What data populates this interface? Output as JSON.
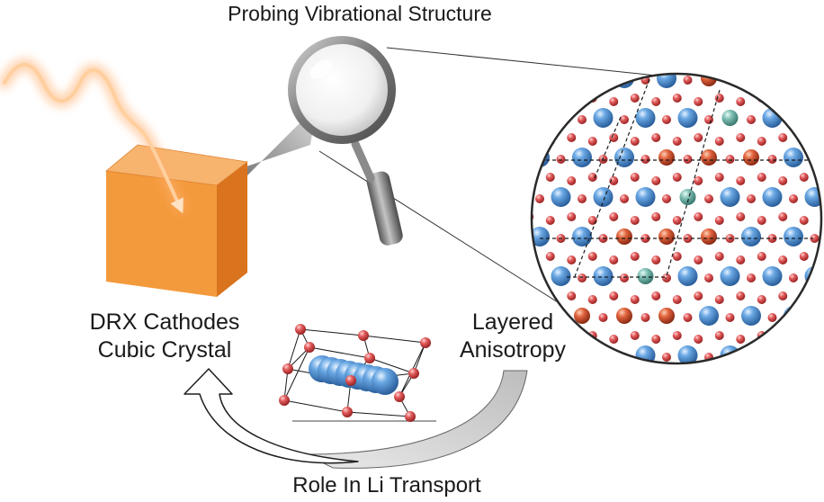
{
  "labels": {
    "top": "Probing Vibrational Structure",
    "left_line1": "DRX Cathodes",
    "left_line2": "Cubic Crystal",
    "right_line1": "Layered",
    "right_line2": "Anisotropy",
    "bottom": "Role In Li Transport"
  },
  "colors": {
    "cube": "#f39a3c",
    "light_wave": "#ffb070",
    "li_atom": "#5a9bd8",
    "transition_metal": "#d85a36",
    "oxygen": "#e05555",
    "minor_cation": "#6fb2a8"
  },
  "icons": [
    "magnifier-icon",
    "light-wave-icon",
    "cycle-arrow-icon"
  ]
}
